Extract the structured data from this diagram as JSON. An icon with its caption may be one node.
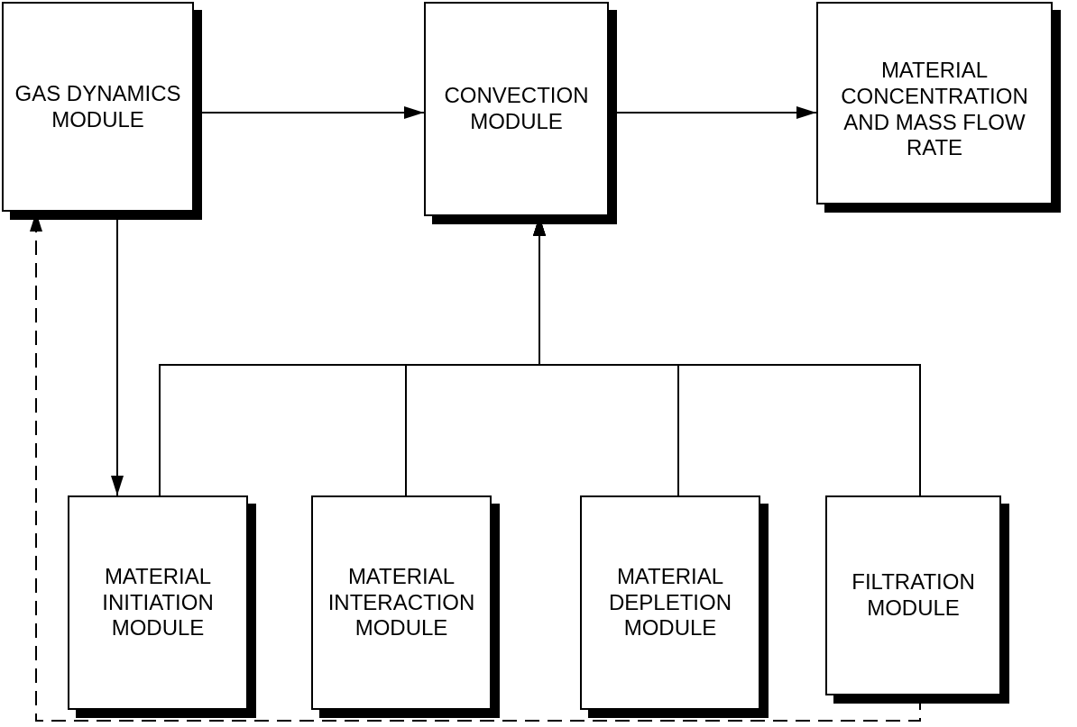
{
  "diagram": {
    "nodes": [
      {
        "text": [
          "GAS DYNAMICS MODULE"
        ]
      },
      {
        "text": [
          "CONVECTION MODULE"
        ]
      },
      {
        "text": [
          "MATERIAL CONCENTRATION AND MASS FLOW RATE"
        ]
      },
      {
        "text": [
          "MATERIAL INITIATION MODULE"
        ]
      },
      {
        "text": [
          "MATERIAL INTERACTION MODULE"
        ]
      },
      {
        "text": [
          "MATERIAL DEPLETION MODULE"
        ]
      },
      {
        "text": [
          "FILTRATION MODULE"
        ]
      }
    ],
    "edges": [
      {
        "from": 0,
        "to": 1,
        "arrow": "to"
      },
      {
        "from": 1,
        "to": 2,
        "arrow": "to"
      },
      {
        "from": 0,
        "to": 3,
        "arrow": "to"
      },
      {
        "from": 3,
        "to": 1,
        "arrow": "to"
      },
      {
        "from": 4,
        "to": 1,
        "arrow": "to"
      },
      {
        "from": 5,
        "to": 1,
        "arrow": "to"
      },
      {
        "from": 6,
        "to": 1,
        "arrow": "to"
      },
      {
        "from": 6,
        "to": 0,
        "arrow": "to",
        "style": "dashed"
      }
    ]
  }
}
